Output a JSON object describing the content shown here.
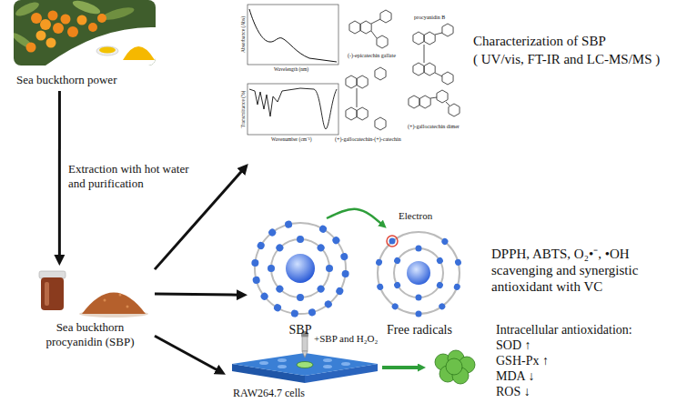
{
  "diagram": {
    "nodes": [
      {
        "text": [
          "Sea buckthorn power"
        ]
      },
      {
        "text": [
          "Sea buckthorn procyanidin (SBP)"
        ]
      },
      {
        "text": [
          "(-)-epicatechin gallate",
          "procyanidin B",
          "(+)-gallocatechin-(+)-catechin",
          "(+)-gallocatechin dimer"
        ]
      },
      {
        "text": [
          "SBP"
        ]
      },
      {
        "text": [
          "Free radicals"
        ]
      },
      {
        "text": [
          "RAW264.7 cells"
        ]
      }
    ],
    "edges": [
      {
        "from": 0,
        "to": 1,
        "arrow": "to",
        "label": "Extraction with hot water and purification"
      },
      {
        "from": 1,
        "to": 2,
        "arrow": "to"
      },
      {
        "from": 1,
        "to": 3,
        "arrow": "to"
      },
      {
        "from": 1,
        "to": 5,
        "arrow": "to"
      },
      {
        "from": 3,
        "to": 4,
        "arrow": "to"
      }
    ],
    "labels": [
      "Characterization of SBP",
      "( UV/vis, FT-IR and LC-MS/MS )",
      "Absorbance (Abs)",
      "Wavelength (nm)",
      "Transmittance (%)",
      "Wavenumber (cm⁻¹)",
      "Electron",
      "DPPH, ABTS, O₂•⁻, •OH scavenging and synergistic antioxidant with VC",
      "+SBP and H₂O₂",
      "Intracellular antioxidation:",
      "SOD ↑",
      "GSH-Px ↑",
      "MDA ↓",
      "ROS ↓"
    ]
  }
}
